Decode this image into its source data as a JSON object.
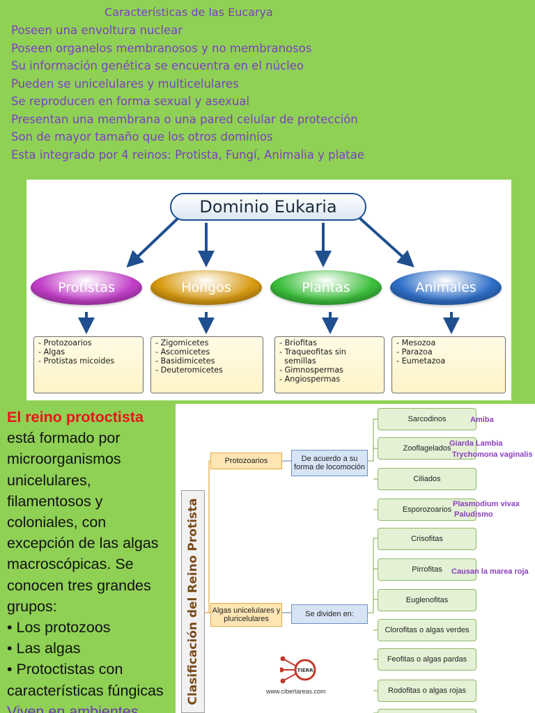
{
  "intro": {
    "heading": "Características de las Eucarya",
    "lines": [
      "Poseen una envoltura nuclear",
      "Poseen organelos membranosos y no membranosos",
      "Su información genética se encuentra en el núcleo",
      "Pueden se unicelulares y multicelulares",
      "Se reproducen en forma sexual y asexual",
      "Presentan una membrana o una pared celular de protección",
      "Son de mayor tamaño que los otros dominios",
      "Esta integrado por 4 reinos: Protista, Fungí, Animalia y platae"
    ]
  },
  "eukaria": {
    "root": "Dominio Eukaria",
    "kingdoms": [
      {
        "label": "Protistas",
        "color": "#c23fc8",
        "items": [
          "- Protozoarios",
          "- Algas",
          "- Protistas micoides"
        ]
      },
      {
        "label": "Hongos",
        "color": "#d89a12",
        "items": [
          "- Zigomicetes",
          "- Ascomicetes",
          "- Basidimicetes",
          "- Deuteromicetes"
        ]
      },
      {
        "label": "Plantas",
        "color": "#3cbf3c",
        "items": [
          "- Briofitas",
          "- Traqueofitas sin",
          "  semillas",
          "- Gimnospermas",
          "- Angiospermas"
        ]
      },
      {
        "label": "Animales",
        "color": "#2f6fc8",
        "items": [
          "- Mesozoa",
          "- Parazoa",
          "- Eumetazoa"
        ]
      }
    ]
  },
  "paragraph": {
    "title": "El reino protoctista",
    "lines": [
      "está formado por",
      "microorganismos",
      "unicelulares,",
      "filamentosos y",
      "coloniales, con",
      "excepción de las algas",
      "macroscópicas. Se",
      "conocen tres grandes",
      "grupos:",
      "• Los protozoos",
      "• Las algas",
      "• Protoctistas con",
      "características fúngicas"
    ],
    "tail": "Viven en ambientes"
  },
  "protista": {
    "title": "Clasificación del Reino Protista",
    "protozoarios": "Protozoarios",
    "locomocion": "De acuerdo a su forma de locomoción",
    "algas": "Algas unicelulares y pluricelulares",
    "dividen": "Se dividen en:",
    "leaves": [
      "Sarcodinos",
      "Zooflagelados",
      "Ciliados",
      "Esporozoarios",
      "Crisofitas",
      "Pirrofitas",
      "Euglenofitas",
      "Clorofitas o algas verdes",
      "Feofitas o algas pardas",
      "Rodofitas o algas rojas",
      ""
    ],
    "notes": {
      "sarcodinos": "Amiba",
      "zoo1": "Giarda Lambia",
      "zoo2": "Trychomona vaginalis",
      "espo1": "Plasmodium vivax",
      "espo2": "Paludismo",
      "pirro": "Causan la marea roja"
    },
    "logo_mark": "TIERR",
    "logo_site": "www.cibertareas.com"
  }
}
